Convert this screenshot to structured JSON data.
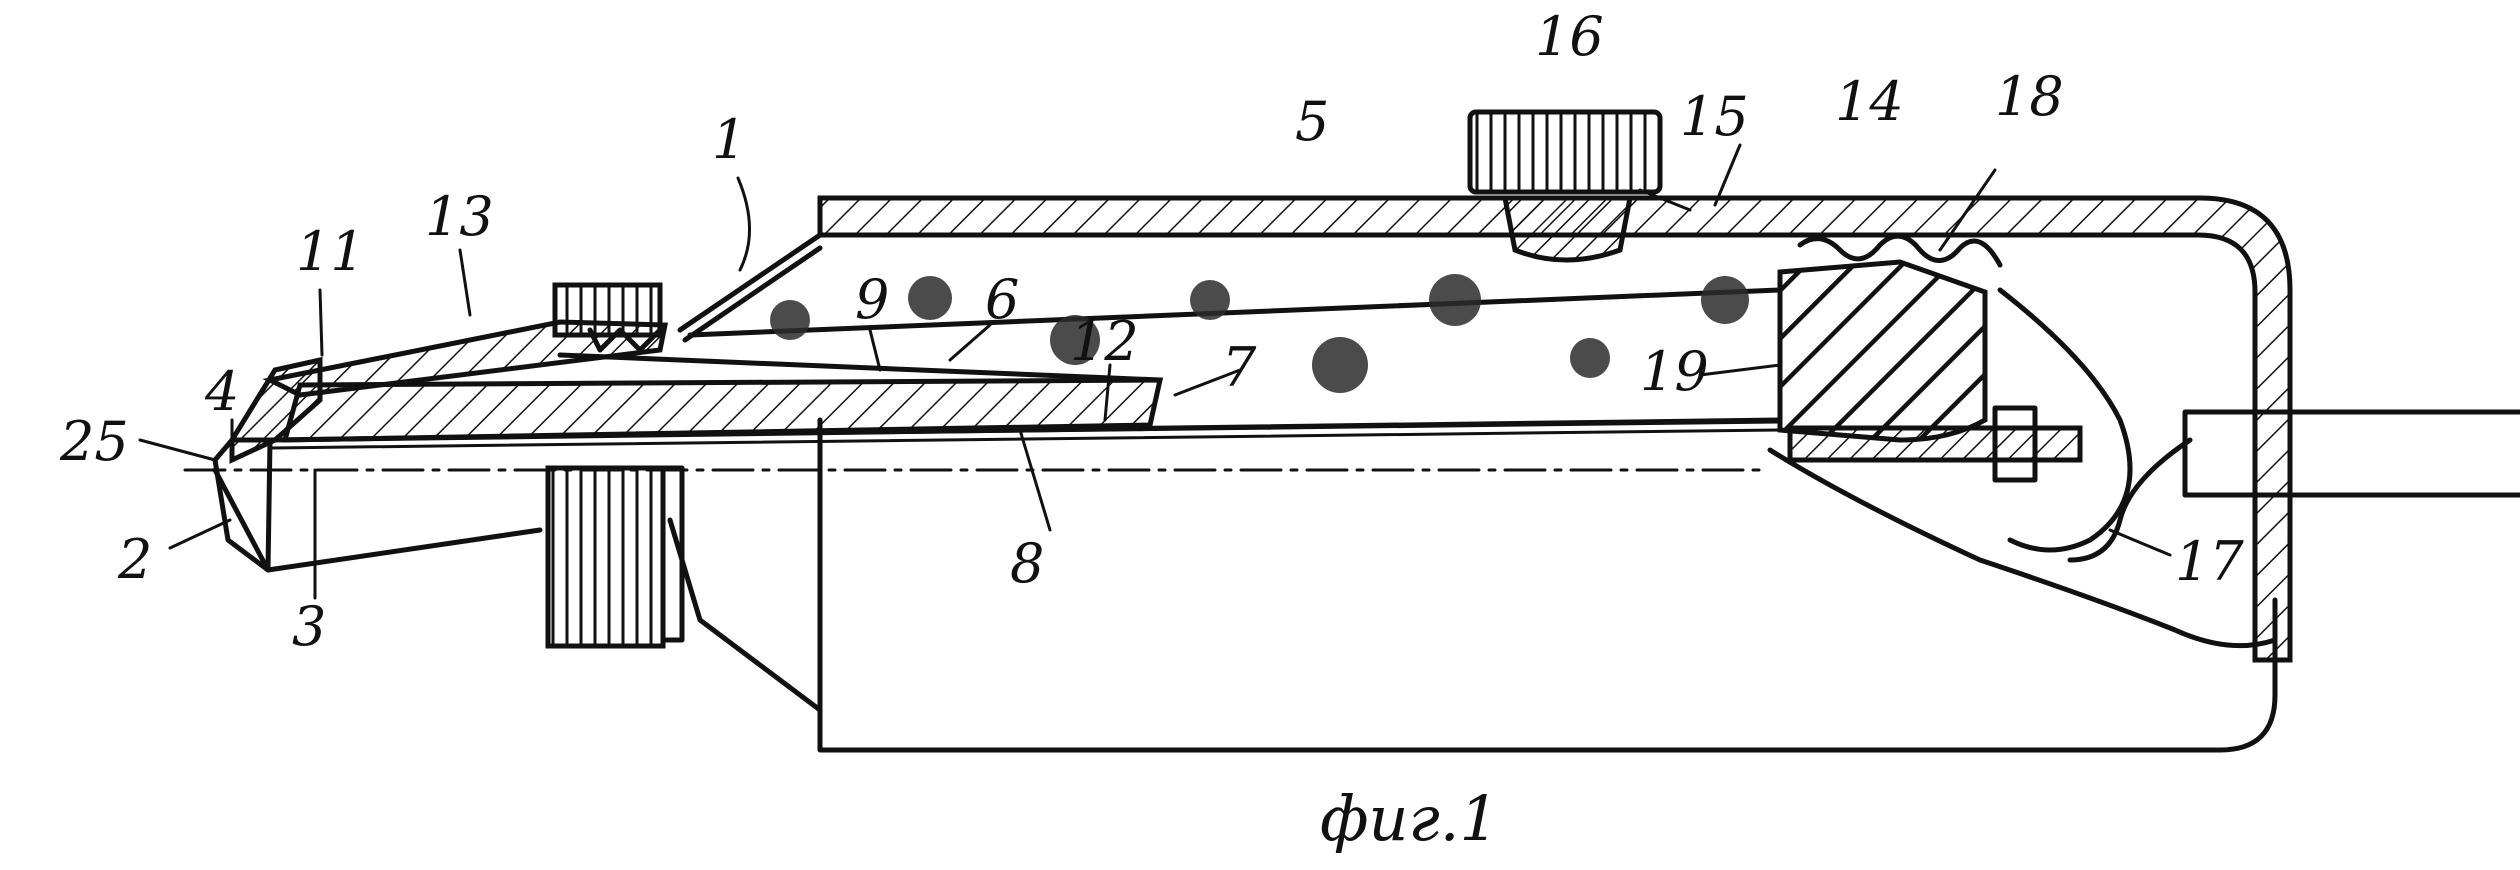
{
  "figure": {
    "caption": "фиг.1",
    "labels": {
      "l1": "1",
      "l2": "2",
      "l3": "3",
      "l4": "4",
      "l5": "5",
      "l6": "6",
      "l7": "7",
      "l8": "8",
      "l9": "9",
      "l11": "11",
      "l12": "12",
      "l13": "13",
      "l14": "14",
      "l15": "15",
      "l16": "16",
      "l17": "17",
      "l18": "18",
      "l19": "19",
      "l25": "25"
    }
  }
}
